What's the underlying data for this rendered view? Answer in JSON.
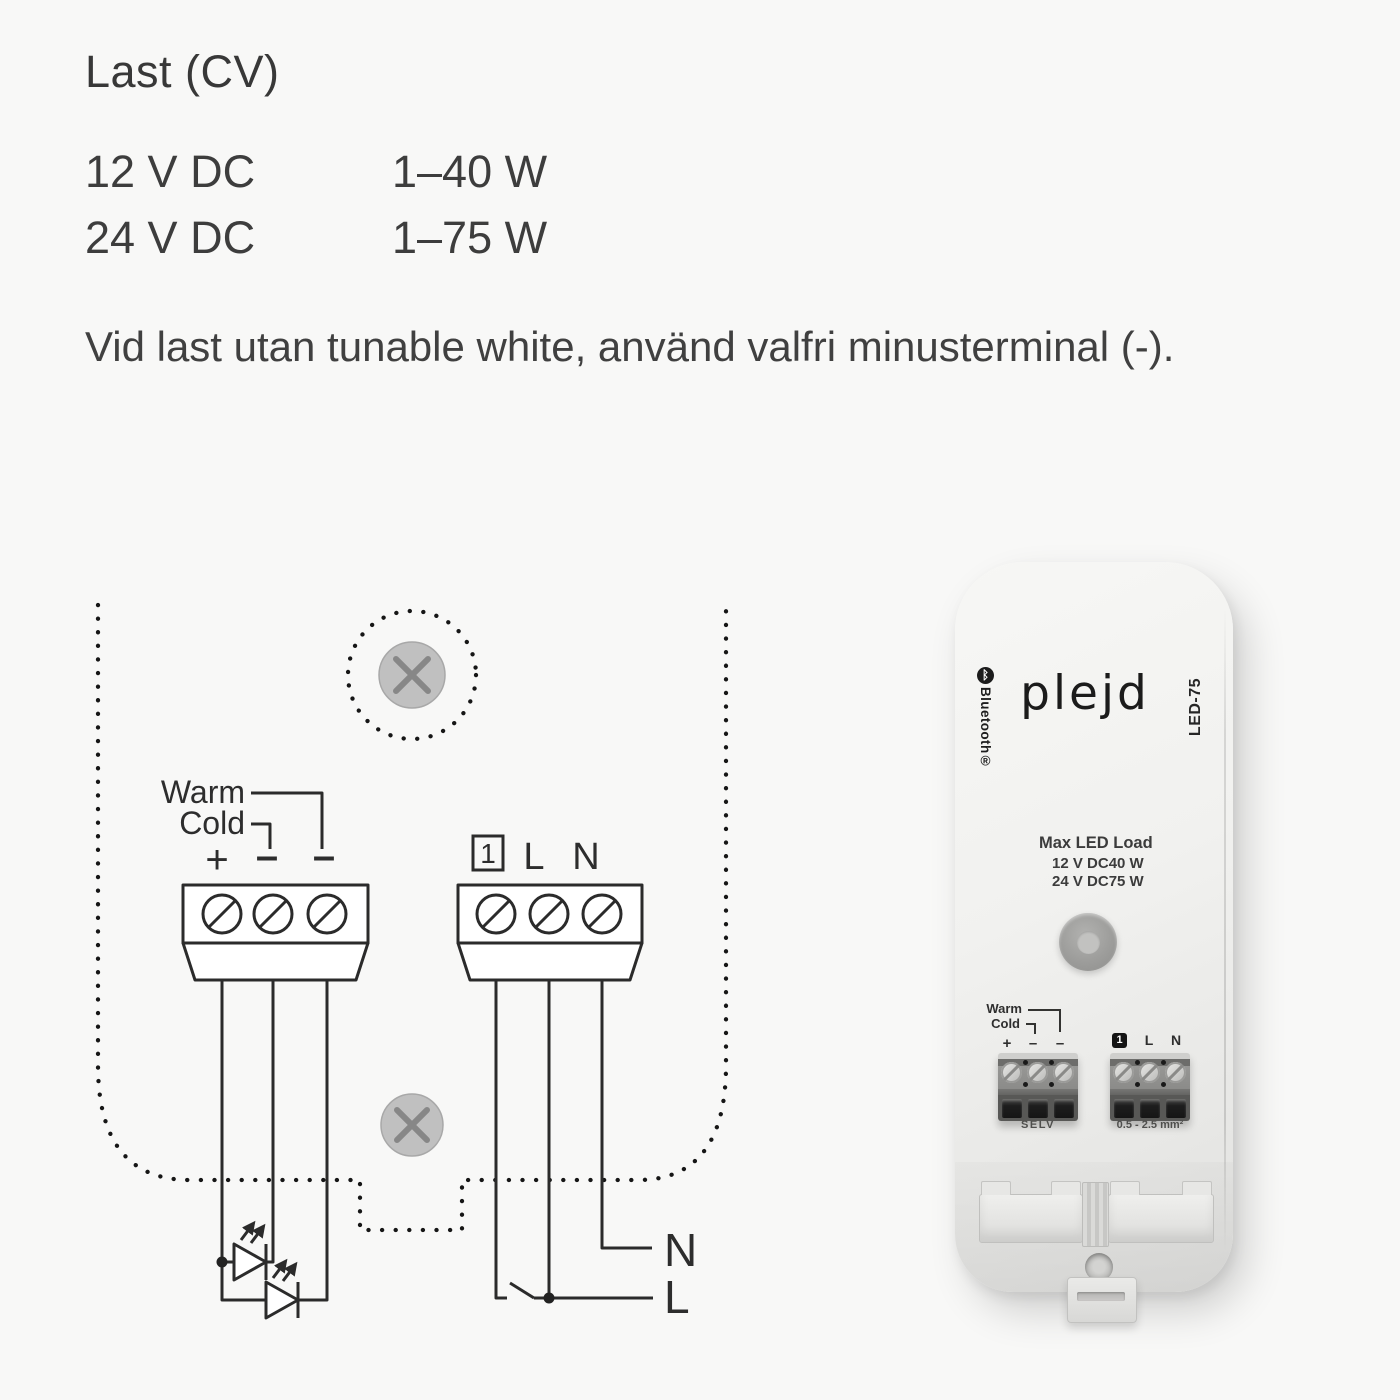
{
  "header": {
    "title": "Last (CV)",
    "specs": [
      {
        "voltage": "12 V DC",
        "power": "1–40 W"
      },
      {
        "voltage": "24 V DC",
        "power": "1–75 W"
      }
    ],
    "note": "Vid last utan tunable white, använd valfri minusterminal (-)."
  },
  "diagram": {
    "warm": "Warm",
    "cold": "Cold",
    "plus": "+",
    "minus_a": "–",
    "minus_b": "–",
    "input_one": "1",
    "input_l": "L",
    "input_n": "N",
    "wire_n": "N",
    "wire_l": "L",
    "colors": {
      "line": "#2b2b2b",
      "lamp_fill": "#c0c0c0",
      "lamp_x": "#878787",
      "dots": "#161616"
    }
  },
  "device": {
    "bluetooth_icon": "ᛒ",
    "bluetooth": "Bluetooth®",
    "brand": "plejd",
    "model": "LED-75",
    "load": {
      "title": "Max LED Load",
      "rows": [
        {
          "voltage": "12 V DC",
          "power": "40 W"
        },
        {
          "voltage": "24 V DC",
          "power": "75 W"
        }
      ]
    },
    "print": {
      "warm": "Warm",
      "cold": "Cold",
      "plus": "+",
      "minus_a": "–",
      "minus_b": "–",
      "one": "1",
      "l": "L",
      "n": "N",
      "selv": "SELV",
      "wire_range": "0.5 - 2.5 mm²"
    }
  }
}
